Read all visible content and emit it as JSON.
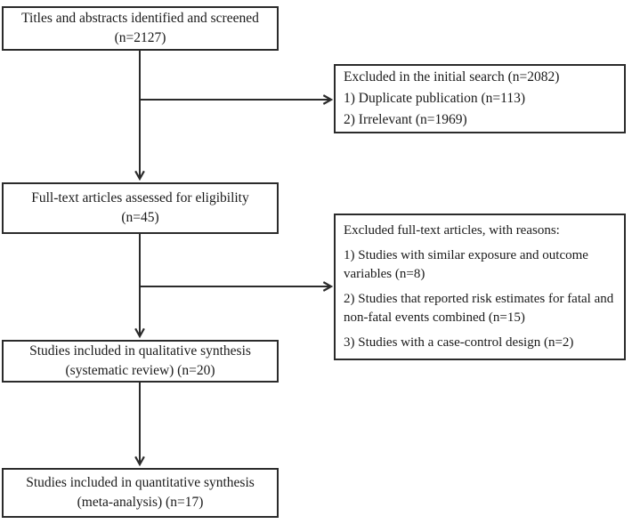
{
  "diagram": {
    "type": "flowchart-study-selection",
    "colors": {
      "border": "#2b2b2b",
      "arrow": "#2b2b2b",
      "text": "#1a1a1a",
      "background": "#ffffff"
    },
    "boxes": {
      "screened": {
        "line1": "Titles and abstracts identified and screened",
        "count": "(n=2127)"
      },
      "excluded_initial": {
        "heading": "Excluded in the initial search (n=2082)",
        "items": [
          "1) Duplicate publication (n=113)",
          "2) Irrelevant (n=1969)"
        ]
      },
      "fulltext": {
        "line1": "Full-text articles assessed for eligibility",
        "count": "(n=45)"
      },
      "excluded_fulltext": {
        "heading": "Excluded full-text articles, with reasons:",
        "items": [
          "1) Studies with similar exposure and outcome variables (n=8)",
          "2) Studies that reported risk estimates for fatal and non-fatal events combined (n=15)",
          "3) Studies with a case-control design (n=2)"
        ]
      },
      "qualitative": {
        "line1": "Studies included in qualitative synthesis",
        "line2": "(systematic review) (n=20)"
      },
      "quantitative": {
        "line1": "Studies included in quantitative synthesis",
        "line2": "(meta-analysis) (n=17)"
      }
    },
    "edges": [
      {
        "from": "screened",
        "to": "fulltext"
      },
      {
        "from": "screened",
        "to": "excluded_initial"
      },
      {
        "from": "fulltext",
        "to": "qualitative"
      },
      {
        "from": "fulltext",
        "to": "excluded_fulltext"
      },
      {
        "from": "qualitative",
        "to": "quantitative"
      }
    ]
  }
}
